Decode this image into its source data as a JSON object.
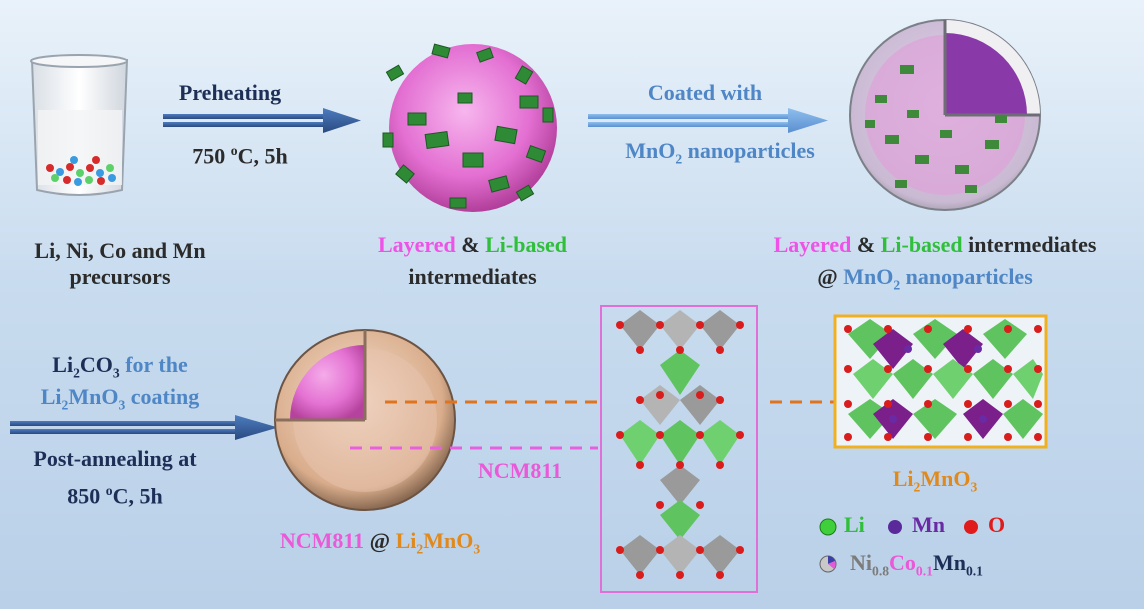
{
  "colors": {
    "layered": "#ee52e6",
    "li_based": "#2fbf3a",
    "mno2": "#4f86c6",
    "li2mno3": "#e08a1e",
    "ncm": "#ea59d8",
    "arrow_dark": "#2e4f85",
    "arrow_light": "#5a8fd0"
  },
  "step1": {
    "label_top": "Preheating",
    "temp_value": "750",
    "temp_unit": "C, 5h",
    "degree": "o"
  },
  "step2": {
    "label_top": "Coated with",
    "mno2_prefix": "MnO",
    "mno2_sub": "2",
    "mno2_suffix": " nanoparticles"
  },
  "precursors": {
    "line1": "Li, Ni, Co and Mn",
    "line2": "precursors"
  },
  "intermediates": {
    "layered": "Layered",
    "amp": " & ",
    "li_based": "Li-based",
    "line2": "intermediates"
  },
  "coated_intermediates": {
    "layered": "Layered",
    "amp": " & ",
    "li_based": "Li-based",
    "tail": " intermediates",
    "at": "@ ",
    "mno2": "MnO",
    "mno2_sub": "2",
    "nano": " nanoparticles"
  },
  "step3": {
    "li2co3_a": "Li",
    "li2co3_sub1": "2",
    "li2co3_b": "CO",
    "li2co3_sub2": "3",
    "for_the": " for the",
    "coat_a": "Li",
    "coat_sub1": "2",
    "coat_b": "MnO",
    "coat_sub2": "3",
    "coat_tail": " coating",
    "post_line1": "Post-annealing at",
    "post_temp": "850",
    "degree": "o",
    "post_unit": "C, 5h"
  },
  "final_particle": {
    "ncm": "NCM811",
    "at": " @ ",
    "li2_a": "Li",
    "li2_sub1": "2",
    "li2_b": "MnO",
    "li2_sub2": "3"
  },
  "ncm_label": "NCM811",
  "li2mno3_label": {
    "a": "Li",
    "sub1": "2",
    "b": "MnO",
    "sub2": "3"
  },
  "legend": {
    "li": "Li",
    "mn": "Mn",
    "o": "O",
    "ni": "Ni",
    "ni_sub": "0.8",
    "co": "Co",
    "co_sub": "0.1",
    "mn2": "Mn",
    "mn2_sub": "0.1"
  }
}
